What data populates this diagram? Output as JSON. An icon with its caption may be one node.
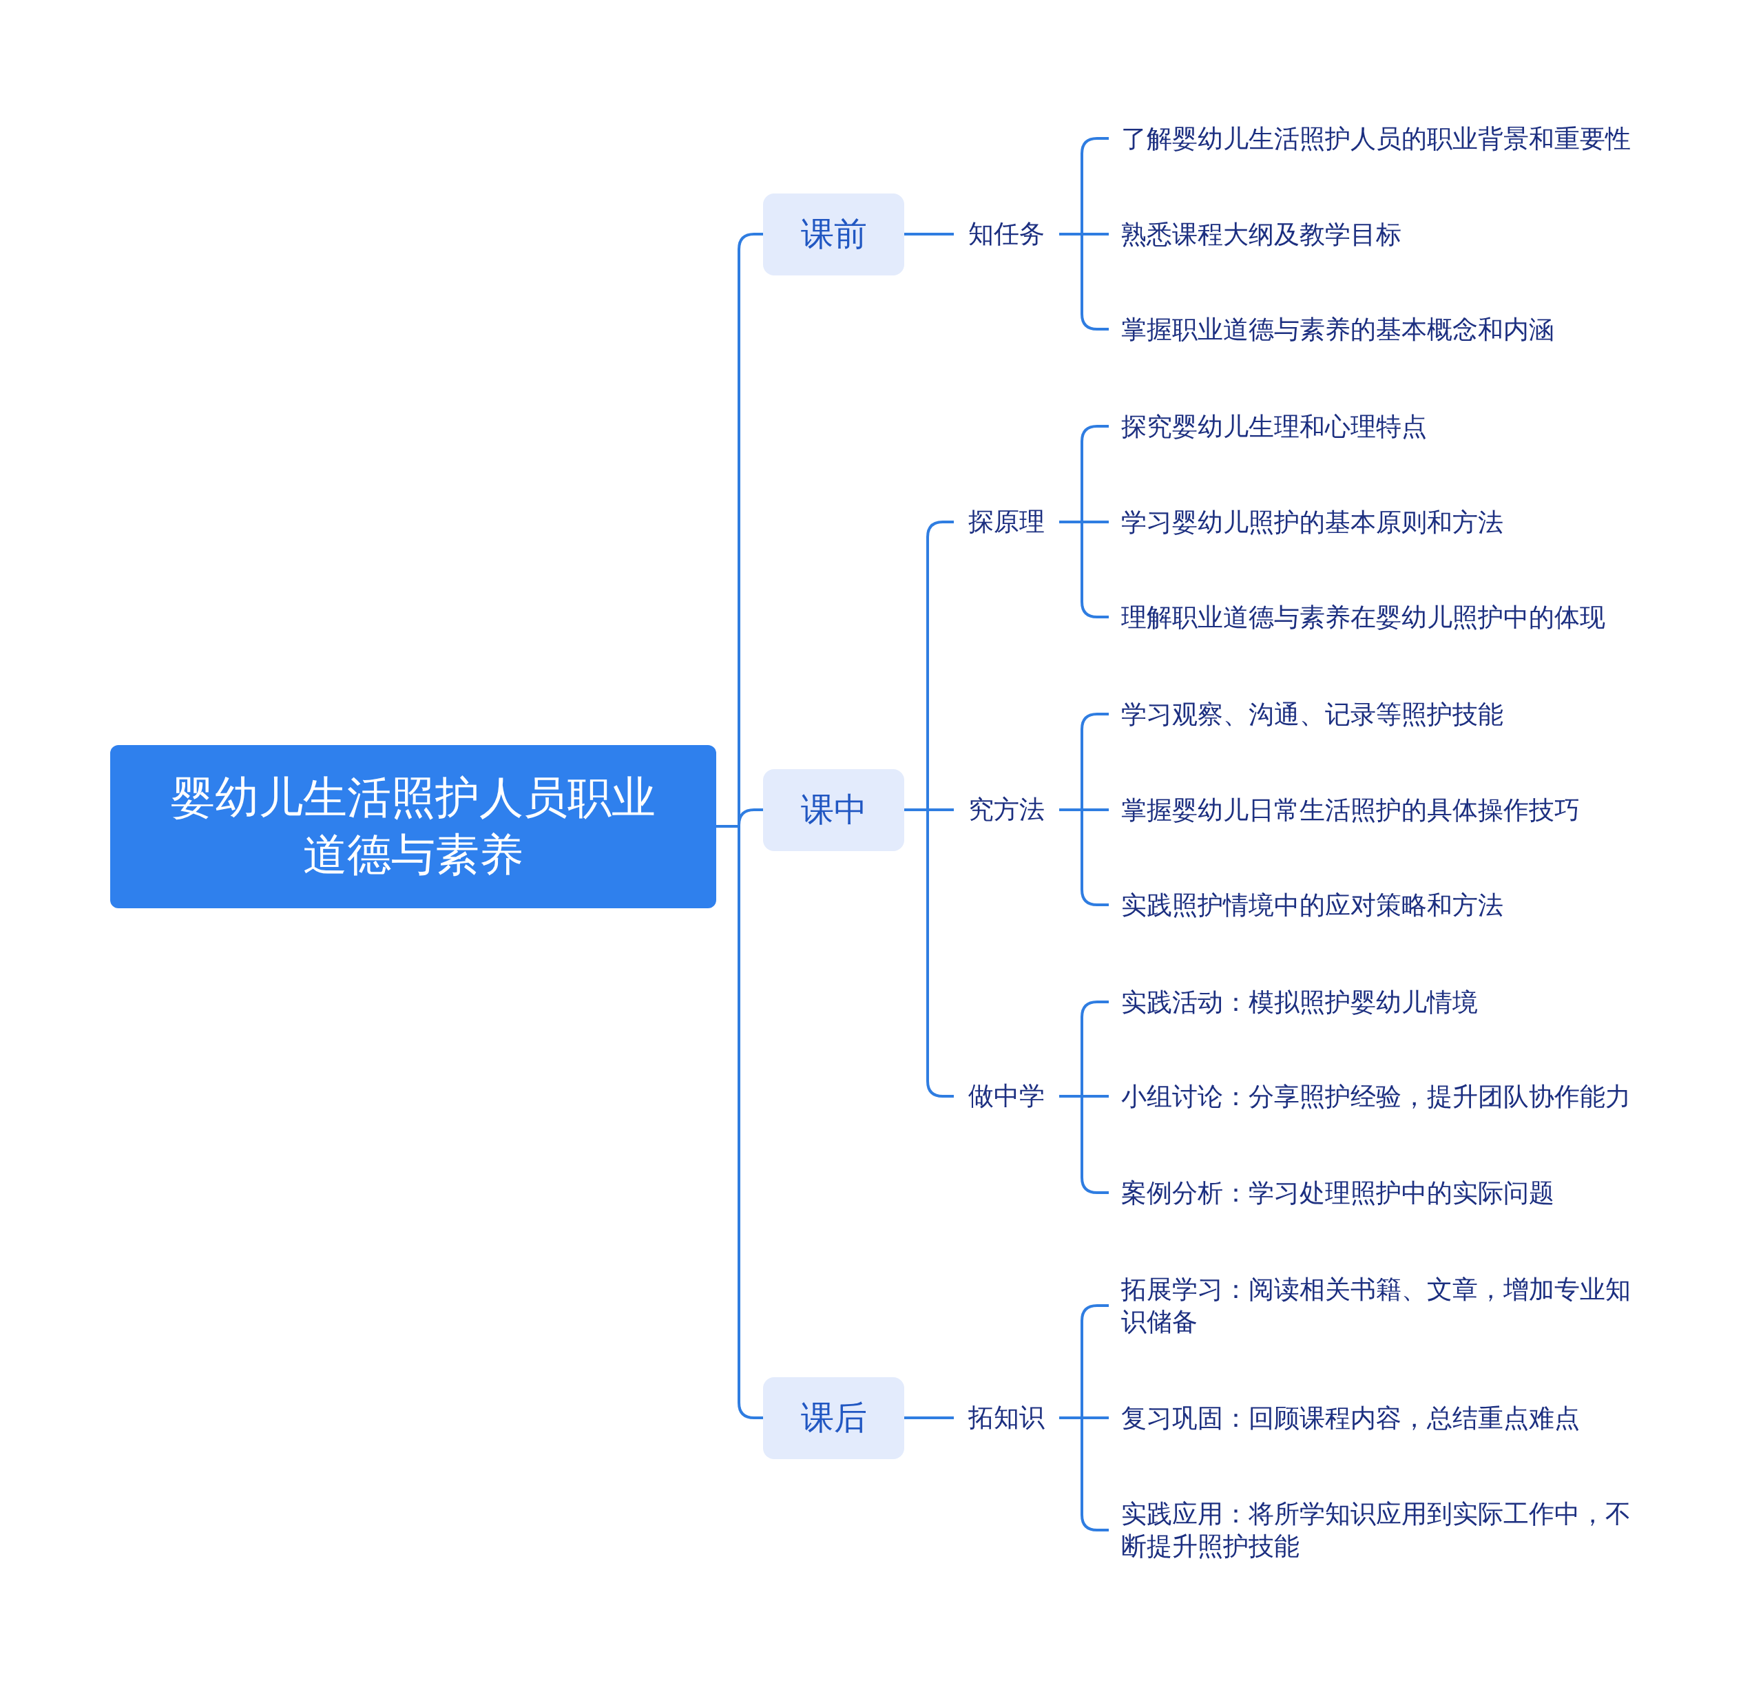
{
  "diagram": {
    "nodes": [
      {
        "text": [
          "婴幼儿生活照护人员职业道德与素养"
        ]
      },
      {
        "text": [
          "课前"
        ]
      },
      {
        "text": [
          "知任务"
        ]
      },
      {
        "text": [
          "了解婴幼儿生活照护人员的职业背景和重要性"
        ]
      },
      {
        "text": [
          "熟悉课程大纲及教学目标"
        ]
      },
      {
        "text": [
          "掌握职业道德与素养的基本概念和内涵"
        ]
      },
      {
        "text": [
          "课中"
        ]
      },
      {
        "text": [
          "探原理"
        ]
      },
      {
        "text": [
          "探究婴幼儿生理和心理特点"
        ]
      },
      {
        "text": [
          "学习婴幼儿照护的基本原则和方法"
        ]
      },
      {
        "text": [
          "理解职业道德与素养在婴幼儿照护中的体现"
        ]
      },
      {
        "text": [
          "究方法"
        ]
      },
      {
        "text": [
          "学习观察、沟通、记录等照护技能"
        ]
      },
      {
        "text": [
          "掌握婴幼儿日常生活照护的具体操作技巧"
        ]
      },
      {
        "text": [
          "实践照护情境中的应对策略和方法"
        ]
      },
      {
        "text": [
          "做中学"
        ]
      },
      {
        "text": [
          "实践活动：模拟照护婴幼儿情境"
        ]
      },
      {
        "text": [
          "小组讨论：分享照护经验，提升团队协作能力"
        ]
      },
      {
        "text": [
          "案例分析：学习处理照护中的实际问题"
        ]
      },
      {
        "text": [
          "课后"
        ]
      },
      {
        "text": [
          "拓知识"
        ]
      },
      {
        "text": [
          "拓展学习：阅读相关书籍、文章，增加专业知识储备"
        ]
      },
      {
        "text": [
          "复习巩固：回顾课程内容，总结重点难点"
        ]
      },
      {
        "text": [
          "实践应用：将所学知识应用到实际工作中，不断提升照护技能"
        ]
      }
    ],
    "edges": [
      {
        "from": 0,
        "to": 1,
        "arrow": "none"
      },
      {
        "from": 0,
        "to": 6,
        "arrow": "none"
      },
      {
        "from": 0,
        "to": 19,
        "arrow": "none"
      },
      {
        "from": 1,
        "to": 2,
        "arrow": "none"
      },
      {
        "from": 2,
        "to": 3,
        "arrow": "none"
      },
      {
        "from": 2,
        "to": 4,
        "arrow": "none"
      },
      {
        "from": 2,
        "to": 5,
        "arrow": "none"
      },
      {
        "from": 6,
        "to": 7,
        "arrow": "none"
      },
      {
        "from": 6,
        "to": 11,
        "arrow": "none"
      },
      {
        "from": 6,
        "to": 15,
        "arrow": "none"
      },
      {
        "from": 7,
        "to": 8,
        "arrow": "none"
      },
      {
        "from": 7,
        "to": 9,
        "arrow": "none"
      },
      {
        "from": 7,
        "to": 10,
        "arrow": "none"
      },
      {
        "from": 11,
        "to": 12,
        "arrow": "none"
      },
      {
        "from": 11,
        "to": 13,
        "arrow": "none"
      },
      {
        "from": 11,
        "to": 14,
        "arrow": "none"
      },
      {
        "from": 15,
        "to": 16,
        "arrow": "none"
      },
      {
        "from": 15,
        "to": 17,
        "arrow": "none"
      },
      {
        "from": 15,
        "to": 18,
        "arrow": "none"
      },
      {
        "from": 19,
        "to": 20,
        "arrow": "none"
      },
      {
        "from": 20,
        "to": 21,
        "arrow": "none"
      },
      {
        "from": 20,
        "to": 22,
        "arrow": "none"
      },
      {
        "from": 20,
        "to": 23,
        "arrow": "none"
      }
    ]
  }
}
